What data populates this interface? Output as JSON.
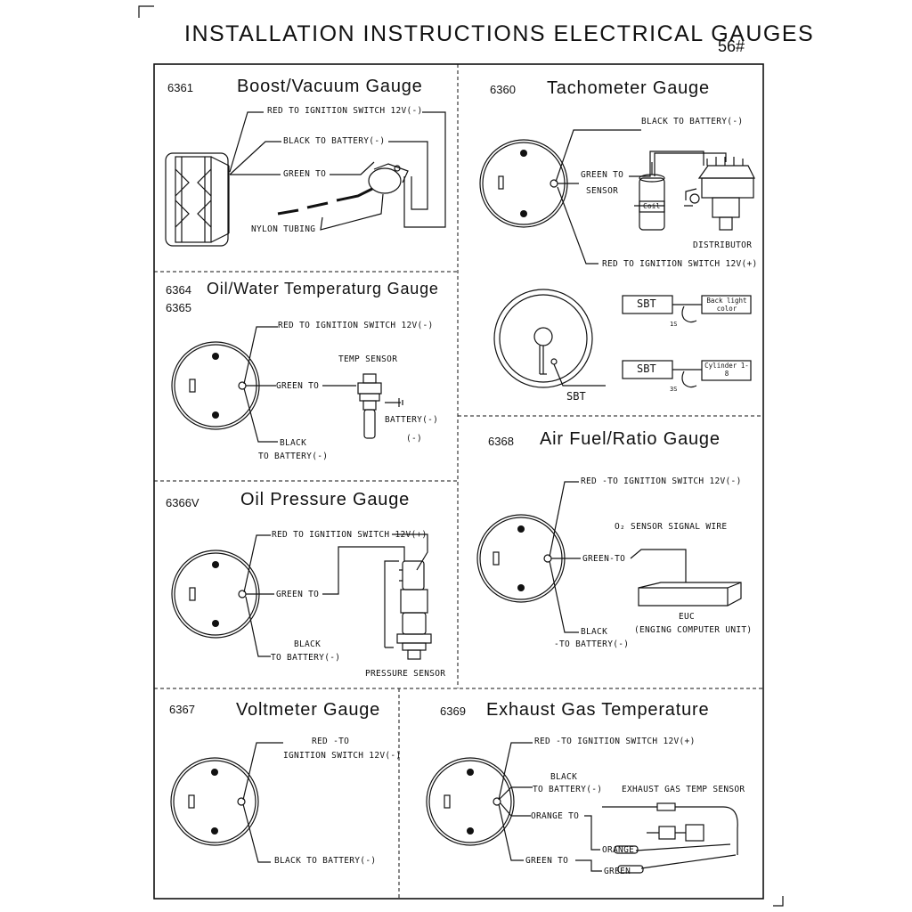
{
  "header": {
    "title": "INSTALLATION INSTRUCTIONS ELECTRICAL GAUGES",
    "page_code": "56#"
  },
  "sections": {
    "boost": {
      "model": "6361",
      "title": "Boost/Vacuum Gauge",
      "red": "RED  TO IGNITION SWITCH 12V(-)",
      "black": "BLACK  TO BATTERY(-)",
      "green": "GREEN TO",
      "tubing": "NYLON TUBING"
    },
    "tach": {
      "model": "6360",
      "title": "Tachometer Gauge",
      "black": "BLACK  TO BATTERY(-)",
      "green1": "GREEN TO",
      "green2": "SENSOR",
      "coil": "Coil",
      "distributor": "DISTRIBUTOR",
      "red": "RED  TO IGNITION SWITCH 12V(+)",
      "sbt": "SBT",
      "sbt_box": "SBT",
      "backlight": "Back light color",
      "cylinder": "Cylinder 1-8",
      "press1": "1S",
      "press2": "3S"
    },
    "oilwater": {
      "model1": "6364",
      "model2": "6365",
      "title": "Oil/Water Temperaturg Gauge",
      "red": "RED TO IGNITION SWITCH 12V(-)",
      "temp_sensor": "TEMP SENSOR",
      "green": "GREEN TO",
      "battery": "BATTERY(-)",
      "ground": "(-)",
      "black1": "BLACK",
      "black2": "TO BATTERY(-)"
    },
    "oilpressure": {
      "model": "6366V",
      "title": "Oil Pressure Gauge",
      "red": "RED TO IGNITION SWITCH 12V(+)",
      "green": "GREEN TO",
      "black1": "BLACK",
      "black2": "TO BATTERY(-)",
      "sensor": "PRESSURE SENSOR"
    },
    "airfuel": {
      "model": "6368",
      "title": "Air Fuel/Ratio Gauge",
      "red": "RED -TO IGNITION SWITCH 12V(-)",
      "o2": "O₂ SENSOR SIGNAL WIRE",
      "green": "GREEN-TO",
      "black1": "BLACK",
      "black2": "-TO BATTERY(-)",
      "euc1": "EUC",
      "euc2": "(ENGING COMPUTER UNIT)"
    },
    "volt": {
      "model": "6367",
      "title": "Voltmeter Gauge",
      "red1": "RED -TO",
      "red2": "IGNITION SWITCH 12V(-)",
      "black": "BLACK  TO BATTERY(-)"
    },
    "egt": {
      "model": "6369",
      "title": "Exhaust Gas Temperature",
      "red": "RED -TO IGNITION SWITCH 12V(+)",
      "black1": "BLACK",
      "black2": "TO BATTERY(-)",
      "sensor": "EXHAUST GAS TEMP SENSOR",
      "orange_to": "ORANGE TO",
      "orange": "ORANGE",
      "green_to": "GREEN TO",
      "green": "GREEN"
    }
  }
}
